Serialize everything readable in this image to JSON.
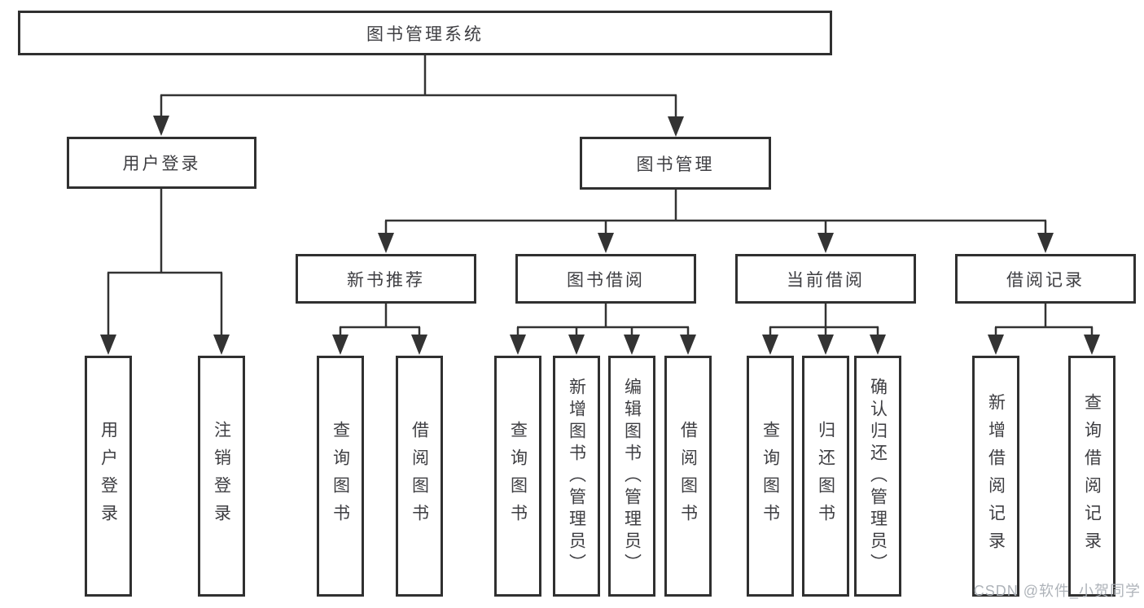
{
  "diagram": {
    "title": "图书管理系统",
    "level2": {
      "user_login": "用户登录",
      "book_management": "图书管理"
    },
    "level3": {
      "new_book_recommendation": "新书推荐",
      "book_borrowing": "图书借阅",
      "current_borrowing": "当前借阅",
      "borrowing_records": "借阅记录"
    },
    "leaves": {
      "user_login": "用户登录",
      "logout": "注销登录",
      "newbooks_query": "查询图书",
      "newbooks_borrow": "借阅图书",
      "borrowing_query": "查询图书",
      "borrowing_add_admin": "新增图书（管理员）",
      "borrowing_edit_admin": "编辑图书（管理员）",
      "borrowing_borrow": "借阅图书",
      "current_query": "查询图书",
      "current_return": "归还图书",
      "current_confirm_admin": "确认归还（管理员）",
      "records_add": "新增借阅记录",
      "records_query": "查询借阅记录"
    }
  },
  "watermark": {
    "text": "CSDN @软件_小贺同学"
  },
  "colors": {
    "line": "#333333",
    "box_border": "#303030",
    "text": "#3e3e42",
    "watermark": "#aaafb5",
    "background": "#ffffff"
  }
}
